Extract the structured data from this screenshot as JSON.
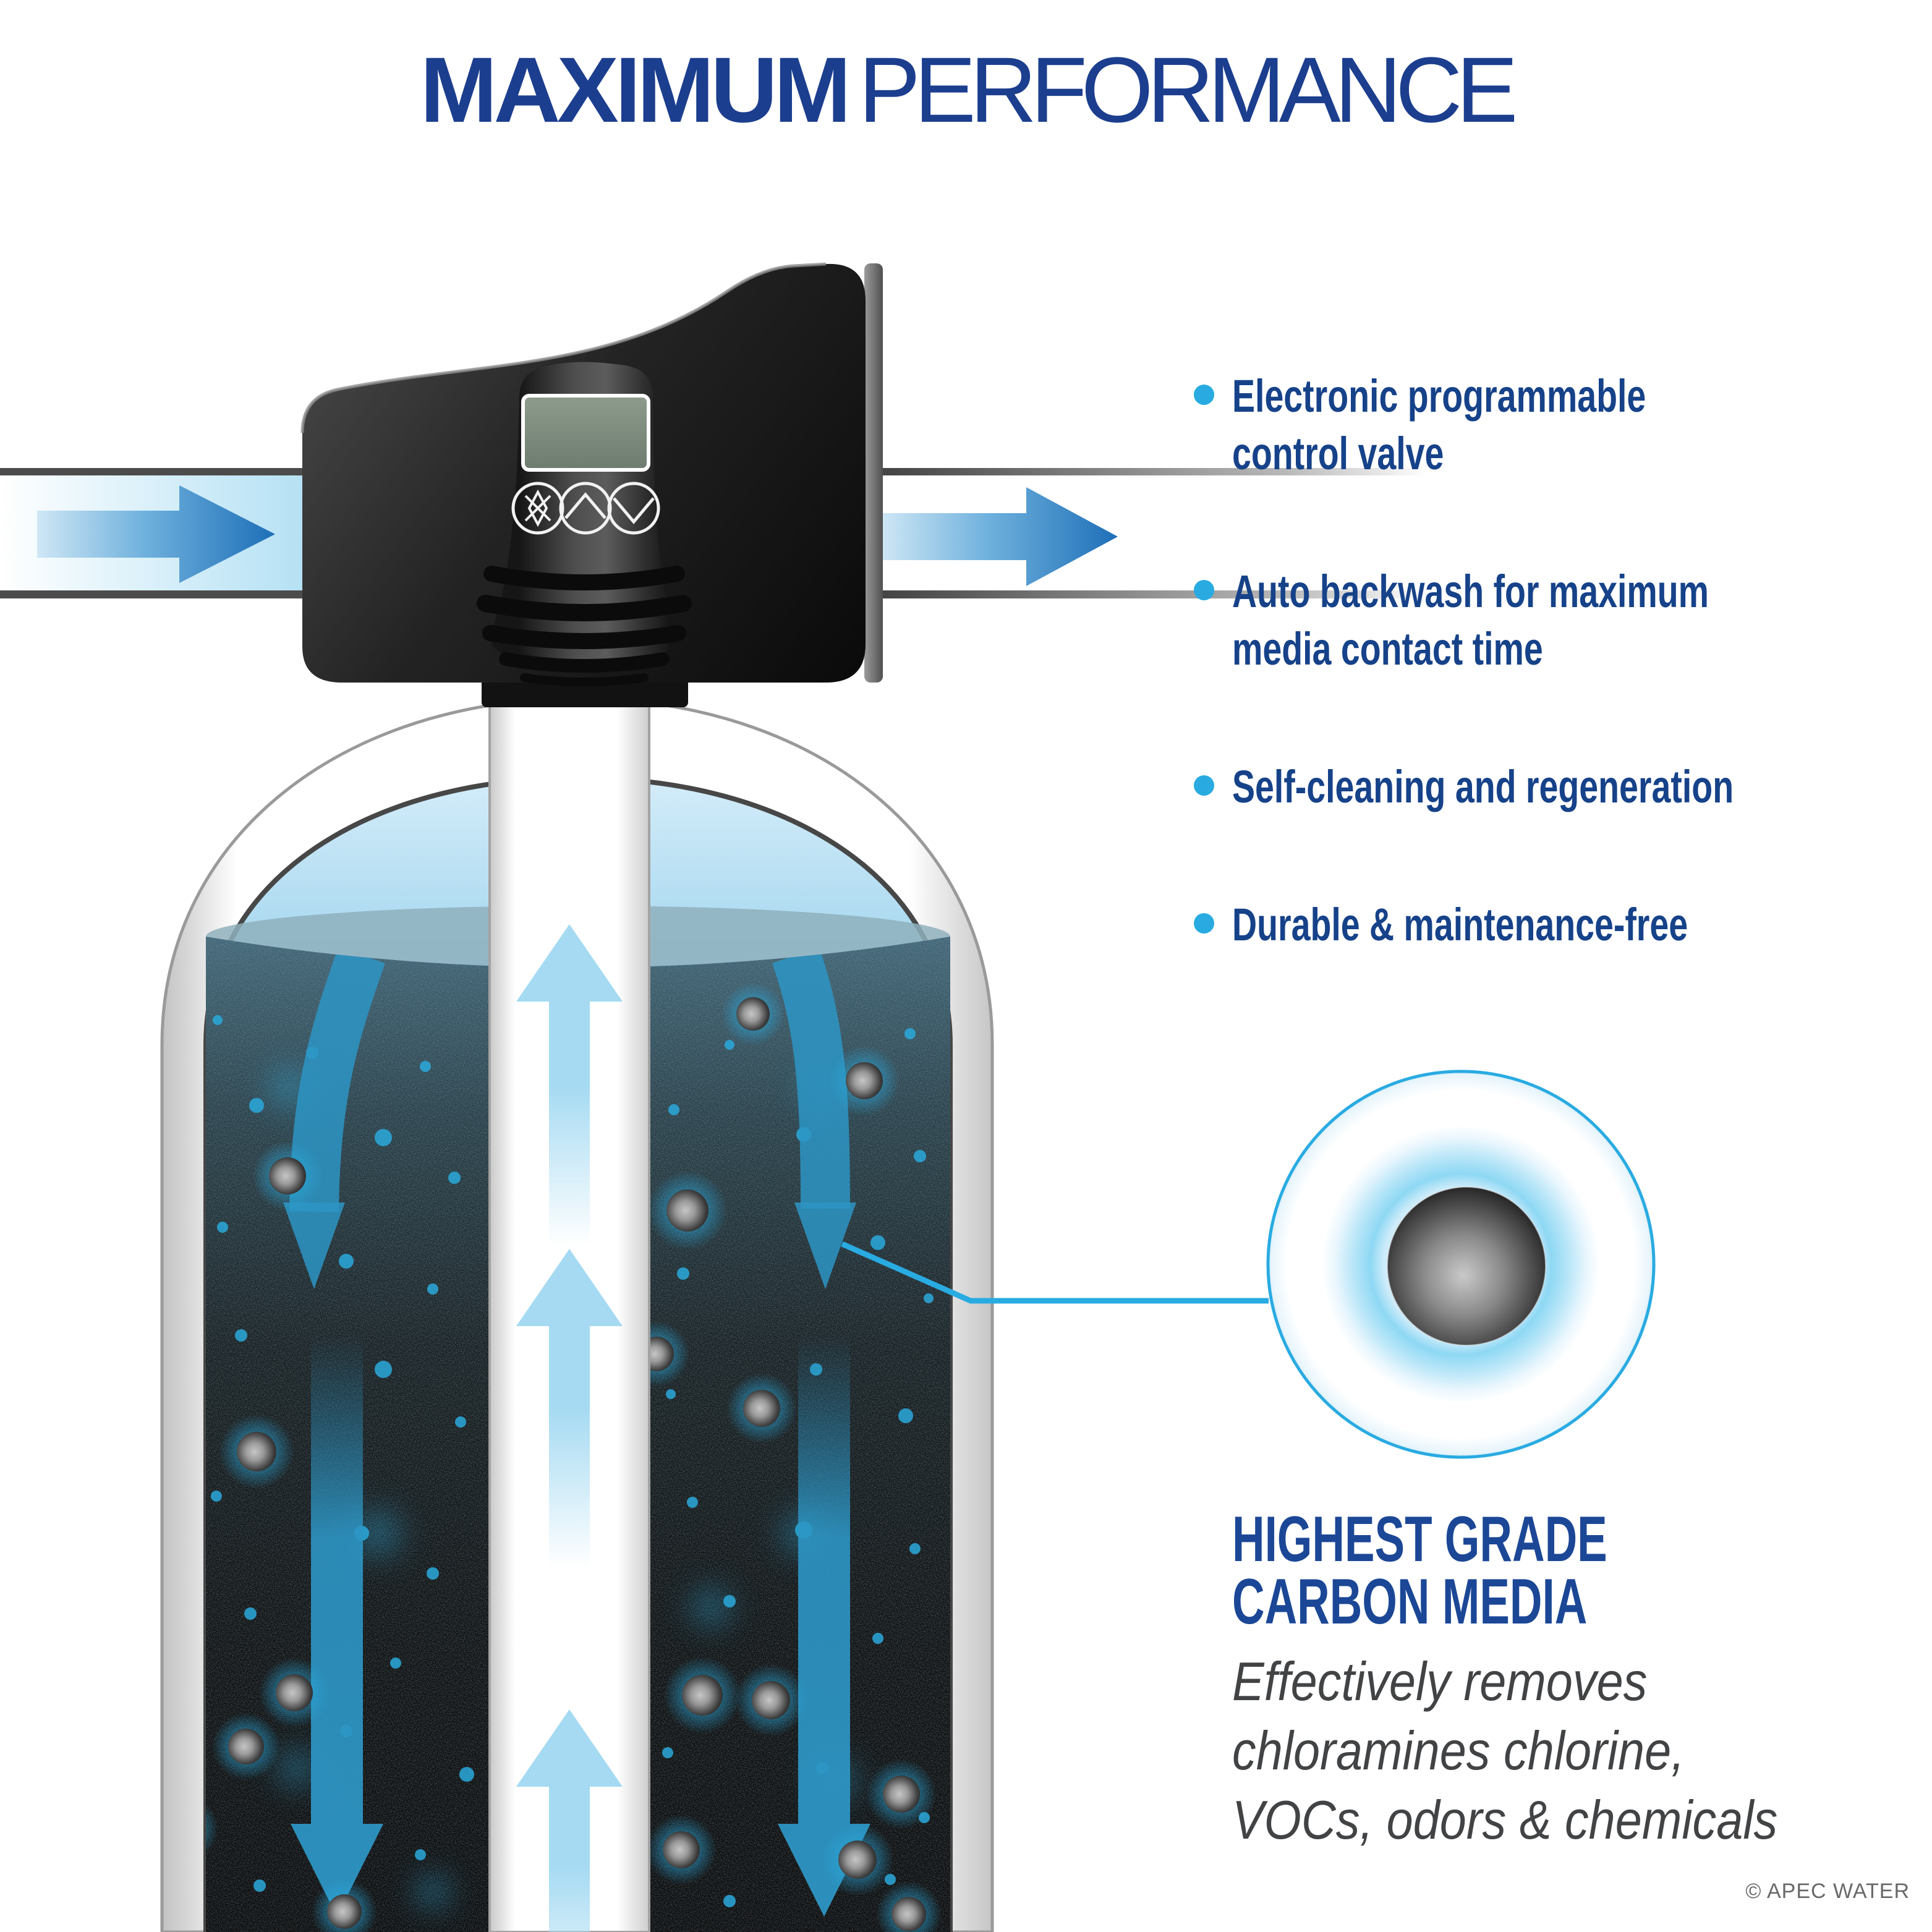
{
  "title": {
    "bold": "MAXIMUM",
    "light": "PERFORMANCE"
  },
  "features": [
    {
      "text": "Electronic programmable\ncontrol valve"
    },
    {
      "text": "Auto backwash for maximum\nmedia contact time"
    },
    {
      "text": "Self-cleaning and regeneration"
    },
    {
      "text": "Durable & maintenance-free"
    }
  ],
  "callout": {
    "heading": "HIGHEST GRADE\nCARBON MEDIA",
    "description": "Effectively removes\nchloramines chlorine,\nVOCs, odors & chemicals"
  },
  "footer": {
    "credit": "© APEC WATER"
  },
  "colors": {
    "title_navy": "#1c3e8e",
    "feature_navy": "#164289",
    "heading_blue": "#1b4796",
    "description_gray": "#414345",
    "bullet_cyan": "#29abe2",
    "flow_arrow_blue": "#1e6fb8",
    "media_arrow_teal": "#2d95c4",
    "tube_arrow_light_blue": "#a5daf2",
    "lcd_green": "#7b8a7d",
    "valve_black": "#141414"
  },
  "icons": {
    "inlet_arrow": "right-flow-arrow-icon",
    "outlet_arrow": "right-flow-arrow-icon",
    "valve_buttons": [
      "starburst-icon",
      "chevron-up-icon",
      "chevron-down-icon"
    ]
  },
  "illustration": {
    "spheres": [
      [
        465,
        1902,
        30
      ],
      [
        1218,
        1640,
        27
      ],
      [
        1398,
        1748,
        30
      ],
      [
        1112,
        1958,
        34
      ],
      [
        415,
        2348,
        32
      ],
      [
        1062,
        2190,
        28
      ],
      [
        1232,
        2278,
        30
      ],
      [
        398,
        2825,
        29
      ],
      [
        476,
        2738,
        30
      ],
      [
        1136,
        2742,
        33
      ],
      [
        1247,
        2750,
        31
      ],
      [
        1102,
        2992,
        30
      ],
      [
        1387,
        3008,
        31
      ],
      [
        557,
        3092,
        28
      ],
      [
        300,
        2958,
        28
      ],
      [
        1458,
        2902,
        30
      ],
      [
        1470,
        3096,
        28
      ]
    ],
    "dots": [
      [
        352,
        1650,
        8
      ],
      [
        505,
        1703,
        10
      ],
      [
        688,
        1725,
        9
      ],
      [
        1180,
        1690,
        8
      ],
      [
        1472,
        1672,
        9
      ],
      [
        415,
        1788,
        12
      ],
      [
        620,
        1840,
        14
      ],
      [
        735,
        1905,
        10
      ],
      [
        1090,
        1795,
        9
      ],
      [
        1300,
        1835,
        12
      ],
      [
        1488,
        1870,
        10
      ],
      [
        360,
        1985,
        9
      ],
      [
        560,
        2040,
        12
      ],
      [
        700,
        2085,
        9
      ],
      [
        1105,
        2060,
        10
      ],
      [
        1420,
        2010,
        12
      ],
      [
        1502,
        2100,
        8
      ],
      [
        390,
        2160,
        10
      ],
      [
        620,
        2215,
        14
      ],
      [
        745,
        2300,
        9
      ],
      [
        1085,
        2255,
        8
      ],
      [
        1320,
        2215,
        10
      ],
      [
        1465,
        2290,
        12
      ],
      [
        350,
        2420,
        9
      ],
      [
        585,
        2480,
        12
      ],
      [
        700,
        2545,
        10
      ],
      [
        1120,
        2430,
        9
      ],
      [
        1300,
        2475,
        14
      ],
      [
        1480,
        2505,
        9
      ],
      [
        405,
        2610,
        10
      ],
      [
        640,
        2690,
        9
      ],
      [
        1180,
        2590,
        10
      ],
      [
        1420,
        2650,
        9
      ],
      [
        560,
        2800,
        10
      ],
      [
        755,
        2870,
        12
      ],
      [
        1080,
        2835,
        9
      ],
      [
        1330,
        2860,
        10
      ],
      [
        1495,
        2940,
        9
      ],
      [
        420,
        3050,
        10
      ],
      [
        680,
        3000,
        9
      ],
      [
        1180,
        3075,
        10
      ],
      [
        1440,
        3040,
        9
      ]
    ],
    "glows": [
      [
        470,
        1760,
        55
      ],
      [
        1330,
        1760,
        50
      ],
      [
        610,
        2480,
        60
      ],
      [
        1300,
        2480,
        55
      ],
      [
        480,
        2860,
        50
      ],
      [
        1350,
        2880,
        55
      ],
      [
        700,
        3060,
        45
      ],
      [
        1150,
        2600,
        50
      ]
    ]
  }
}
